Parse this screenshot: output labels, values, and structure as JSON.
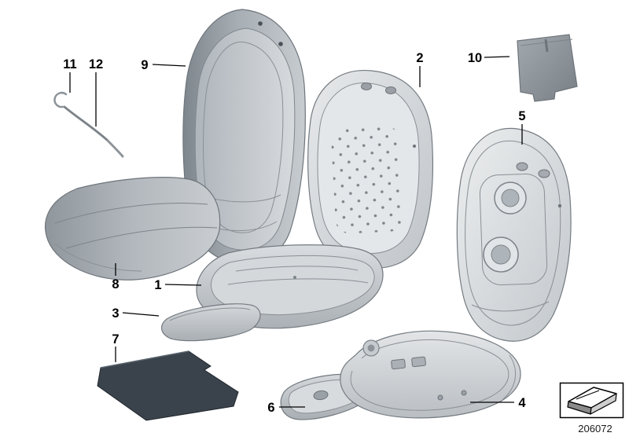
{
  "diagram_number": "206072",
  "callouts": {
    "c1": "1",
    "c2": "2",
    "c3": "3",
    "c4": "4",
    "c5": "5",
    "c6": "6",
    "c7": "7",
    "c8": "8",
    "c9": "9",
    "c10": "10",
    "c11": "11",
    "c12": "12"
  },
  "colors": {
    "background": "#ffffff",
    "part_light": "#dfe2e4",
    "part_mid": "#b7bdc2",
    "part_dark_rim": "#7e868d",
    "panel_dark": "#3a434c",
    "outline": "#747b81",
    "callout_text": "#000000"
  }
}
